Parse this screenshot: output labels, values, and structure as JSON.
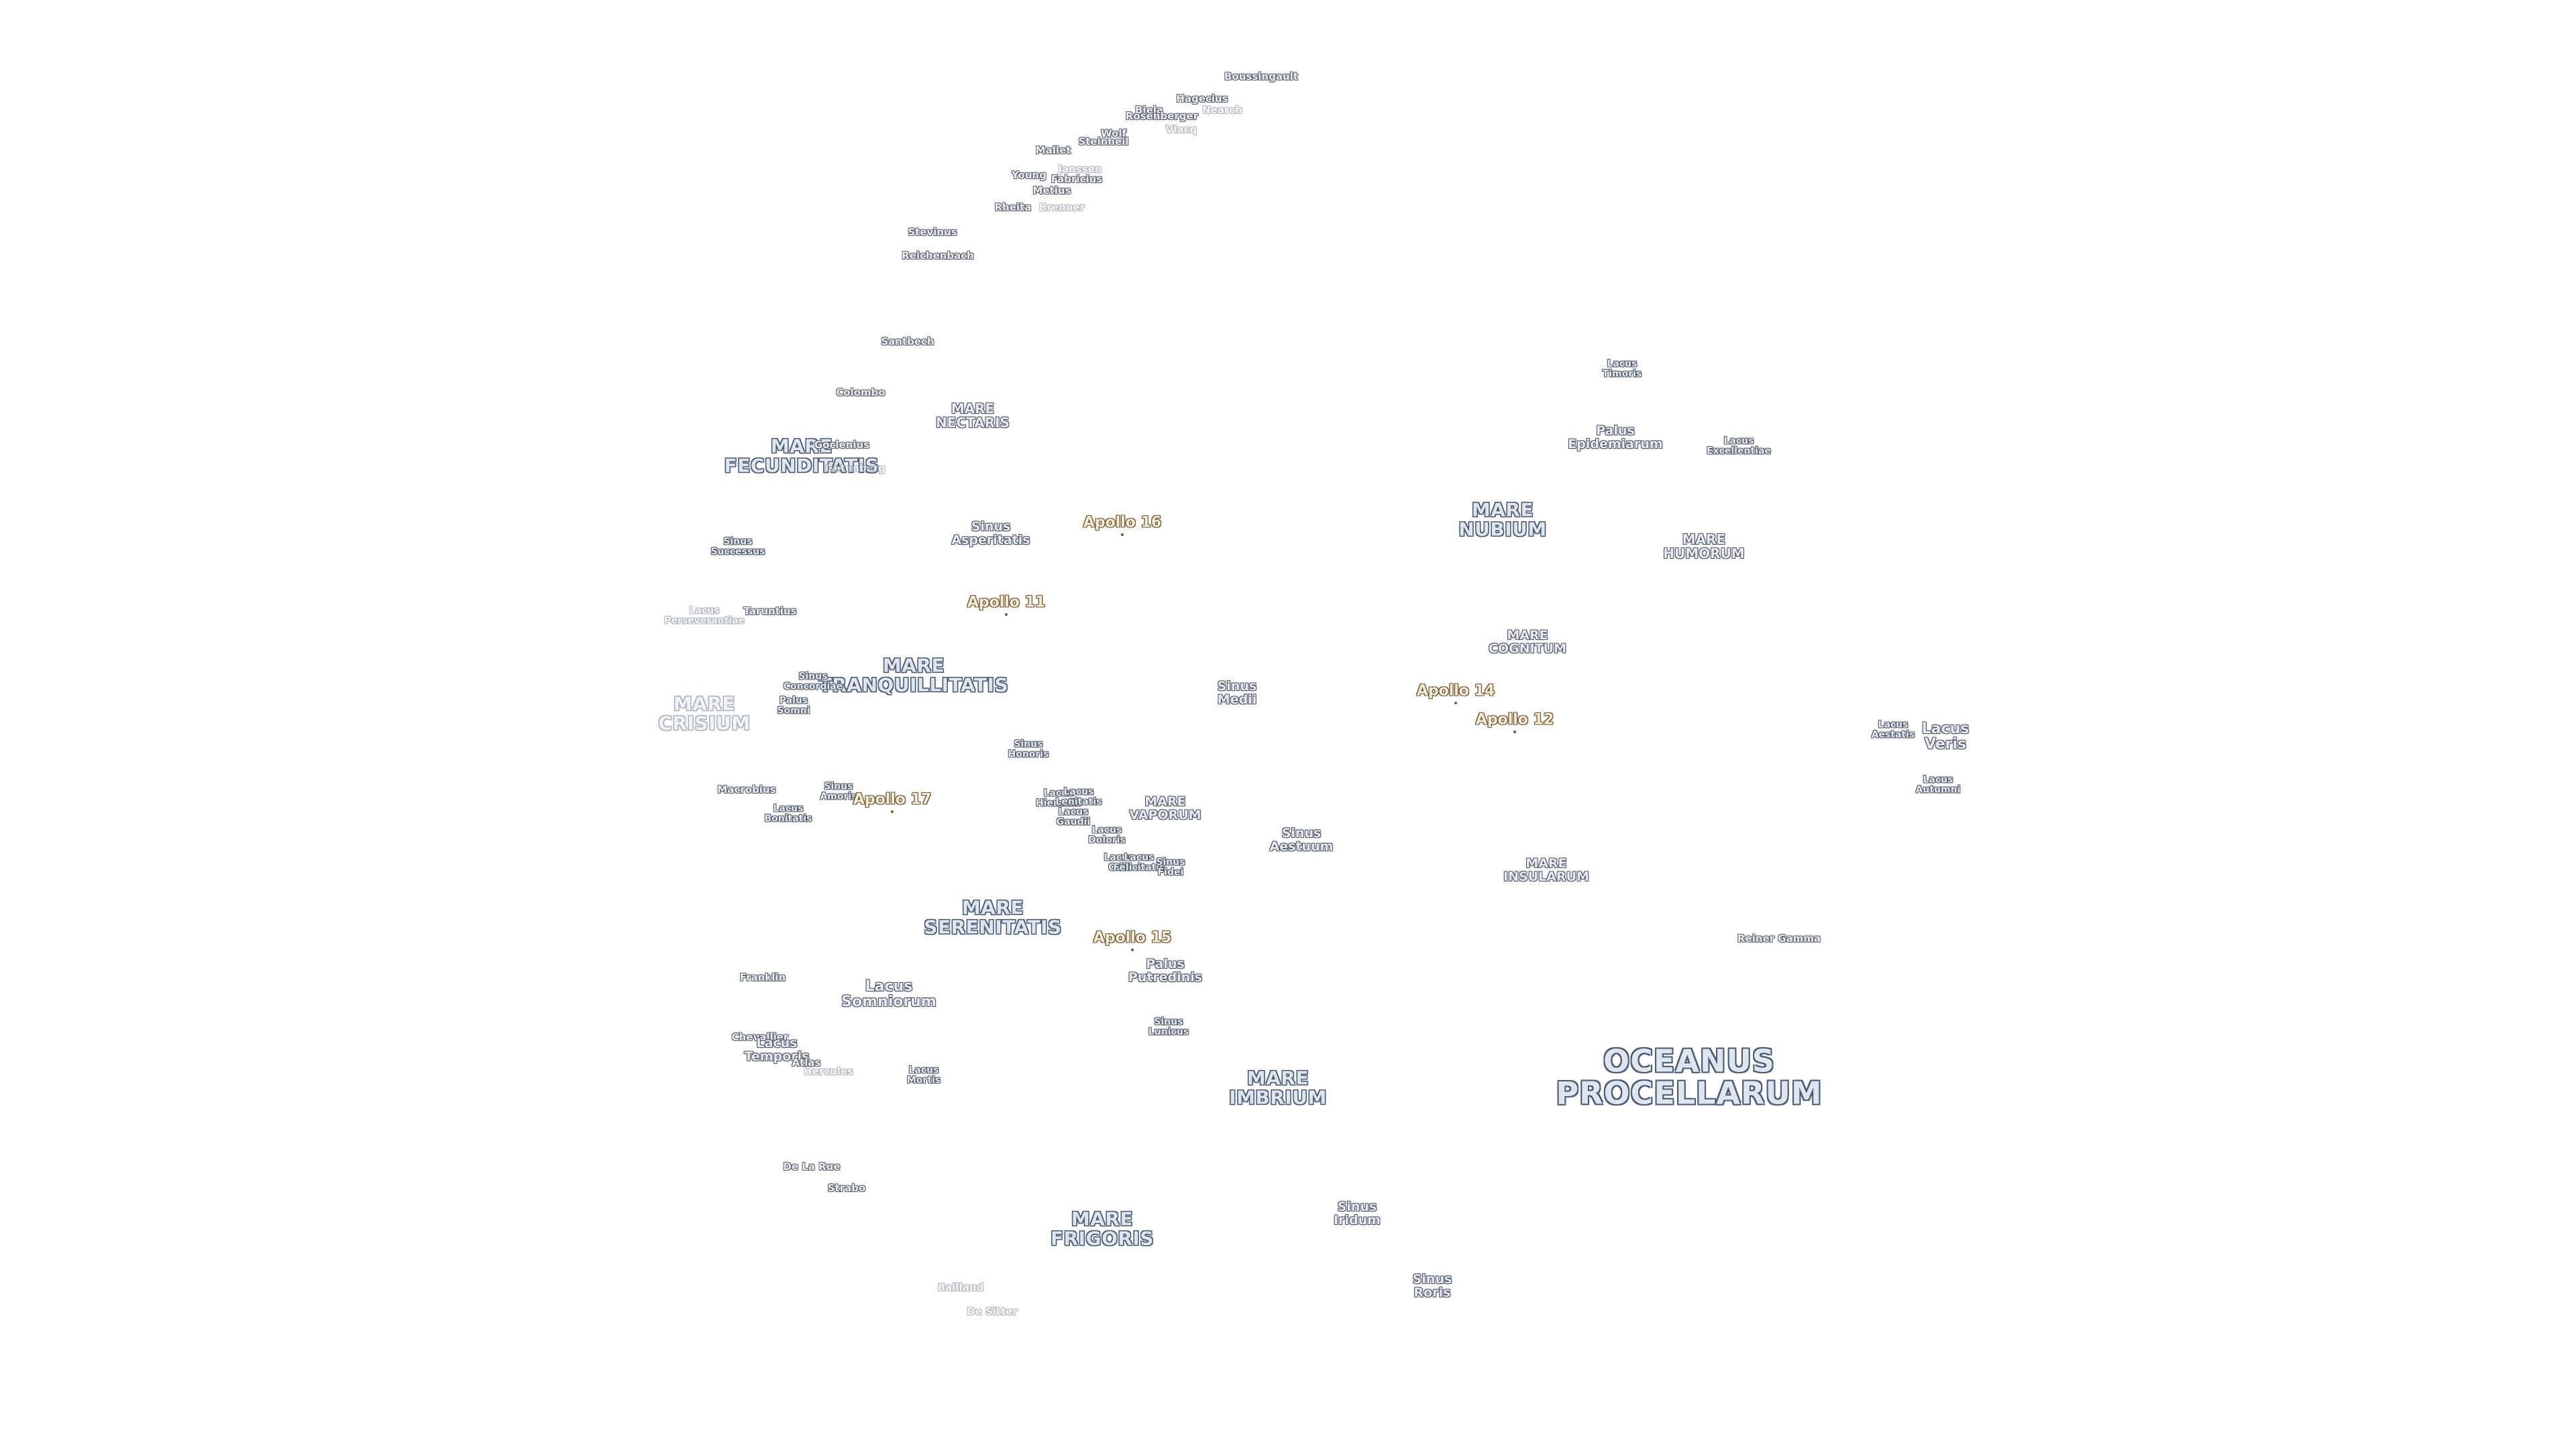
{
  "map": {
    "colors": {
      "label_fill": "#dfe5ee",
      "label_outline": "#4a5a70",
      "apollo_fill": "#f6ecd8",
      "apollo_outline": "#6e5a36",
      "background": "#ffffff"
    },
    "features": [
      {
        "name": "Boussingault",
        "type": "crater"
      },
      {
        "name": "Hagecius",
        "type": "crater"
      },
      {
        "name": "Nearch",
        "type": "crater",
        "faded": true
      },
      {
        "name": "Biela",
        "type": "crater"
      },
      {
        "name": "Rosenberger",
        "type": "crater"
      },
      {
        "name": "Vlacq",
        "type": "crater",
        "faded": true
      },
      {
        "name": "Wolf",
        "type": "crater"
      },
      {
        "name": "Steinheil",
        "type": "crater"
      },
      {
        "name": "Mallet",
        "type": "crater"
      },
      {
        "name": "Janssen",
        "type": "crater",
        "faded": true
      },
      {
        "name": "Young",
        "type": "crater"
      },
      {
        "name": "Fabricius",
        "type": "crater"
      },
      {
        "name": "Metius",
        "type": "crater"
      },
      {
        "name": "Rheita",
        "type": "crater"
      },
      {
        "name": "Brenner",
        "type": "crater",
        "faded": true
      },
      {
        "name": "Stevinus",
        "type": "crater"
      },
      {
        "name": "Reichenbach",
        "type": "crater"
      },
      {
        "name": "Santbech",
        "type": "crater"
      },
      {
        "name": "Colombo",
        "type": "crater"
      },
      {
        "name": "MARE\nNECTARIS",
        "type": "mare_small"
      },
      {
        "name": "MARE\nFECUNDITATIS",
        "type": "mare"
      },
      {
        "name": "Goclenius",
        "type": "crater"
      },
      {
        "name": "Gutenberg",
        "type": "crater",
        "faded": true
      },
      {
        "name": "Apollo 16",
        "type": "apollo"
      },
      {
        "name": "Sinus\nAsperitatis",
        "type": "minor"
      },
      {
        "name": "Sinus\nSuccessus",
        "type": "tiny"
      },
      {
        "name": "Apollo 11",
        "type": "apollo"
      },
      {
        "name": "Taruntius",
        "type": "crater"
      },
      {
        "name": "Lacus\nPerseverantiae",
        "type": "tiny",
        "faded": true
      },
      {
        "name": "MARE\nTRANQUILLITATIS",
        "type": "mare"
      },
      {
        "name": "Sinus\nConcordiae",
        "type": "tiny"
      },
      {
        "name": "MARE\nCRISIUM",
        "type": "mare",
        "faded": true
      },
      {
        "name": "Palus\nSomni",
        "type": "tiny"
      },
      {
        "name": "Sinus\nMedii",
        "type": "minor"
      },
      {
        "name": "Sinus\nHonoris",
        "type": "tiny"
      },
      {
        "name": "Macrobius",
        "type": "crater"
      },
      {
        "name": "Sinus\nAmoris",
        "type": "tiny"
      },
      {
        "name": "Apollo 17",
        "type": "apollo"
      },
      {
        "name": "Lacus\nBonitatis",
        "type": "tiny"
      },
      {
        "name": "Lacus\nHiemalis",
        "type": "tiny"
      },
      {
        "name": "Lacus\nLenitatis",
        "type": "tiny"
      },
      {
        "name": "Lacus\nGaudii",
        "type": "tiny"
      },
      {
        "name": "MARE\nVAPORUM",
        "type": "minor"
      },
      {
        "name": "Lacus\nDoloris",
        "type": "tiny"
      },
      {
        "name": "Lacus\nOdii",
        "type": "tiny"
      },
      {
        "name": "Lacus\nFelicitatis",
        "type": "tiny"
      },
      {
        "name": "Sinus\nFidei",
        "type": "tiny"
      },
      {
        "name": "Sinus\nAestuum",
        "type": "minor"
      },
      {
        "name": "MARE\nSERENITATIS",
        "type": "mare"
      },
      {
        "name": "Apollo 15",
        "type": "apollo"
      },
      {
        "name": "Palus\nPutredinis",
        "type": "minor"
      },
      {
        "name": "Franklin",
        "type": "crater"
      },
      {
        "name": "Lacus\nSomniorum",
        "type": "minor_large"
      },
      {
        "name": "Sinus\nLunicus",
        "type": "tiny"
      },
      {
        "name": "Chevallier",
        "type": "crater"
      },
      {
        "name": "Lacus\nTemporis",
        "type": "minor"
      },
      {
        "name": "Atlas",
        "type": "crater"
      },
      {
        "name": "Hercules",
        "type": "crater",
        "faded": true
      },
      {
        "name": "Lacus\nMortis",
        "type": "tiny"
      },
      {
        "name": "MARE\nIMBRIUM",
        "type": "mare"
      },
      {
        "name": "De La Rue",
        "type": "crater"
      },
      {
        "name": "Strabo",
        "type": "crater"
      },
      {
        "name": "MARE\nFRIGORIS",
        "type": "mare"
      },
      {
        "name": "Sinus\nIridum",
        "type": "minor"
      },
      {
        "name": "Baillaud",
        "type": "crater",
        "faded": true
      },
      {
        "name": "De Sitter",
        "type": "crater",
        "faded": true
      },
      {
        "name": "Sinus\nRoris",
        "type": "minor"
      },
      {
        "name": "Lacus\nTimoris",
        "type": "tiny"
      },
      {
        "name": "Palus\nEpidemiarum",
        "type": "minor"
      },
      {
        "name": "Lacus\nExcellentiae",
        "type": "tiny"
      },
      {
        "name": "MARE\nNUBIUM",
        "type": "mare"
      },
      {
        "name": "MARE\nHUMORUM",
        "type": "mare_small"
      },
      {
        "name": "MARE\nCOGNITUM",
        "type": "minor"
      },
      {
        "name": "Apollo 14",
        "type": "apollo"
      },
      {
        "name": "Apollo 12",
        "type": "apollo"
      },
      {
        "name": "Lacus\nAutumni",
        "type": "tiny"
      },
      {
        "name": "Lacus\nVeris",
        "type": "minor_large"
      },
      {
        "name": "Lacus\nAestatis",
        "type": "tiny"
      },
      {
        "name": "MARE\nINSULARUM",
        "type": "minor"
      },
      {
        "name": "Reiner Gamma",
        "type": "crater"
      },
      {
        "name": "OCEANUS\nPROCELLARUM",
        "type": "ocean"
      }
    ]
  }
}
